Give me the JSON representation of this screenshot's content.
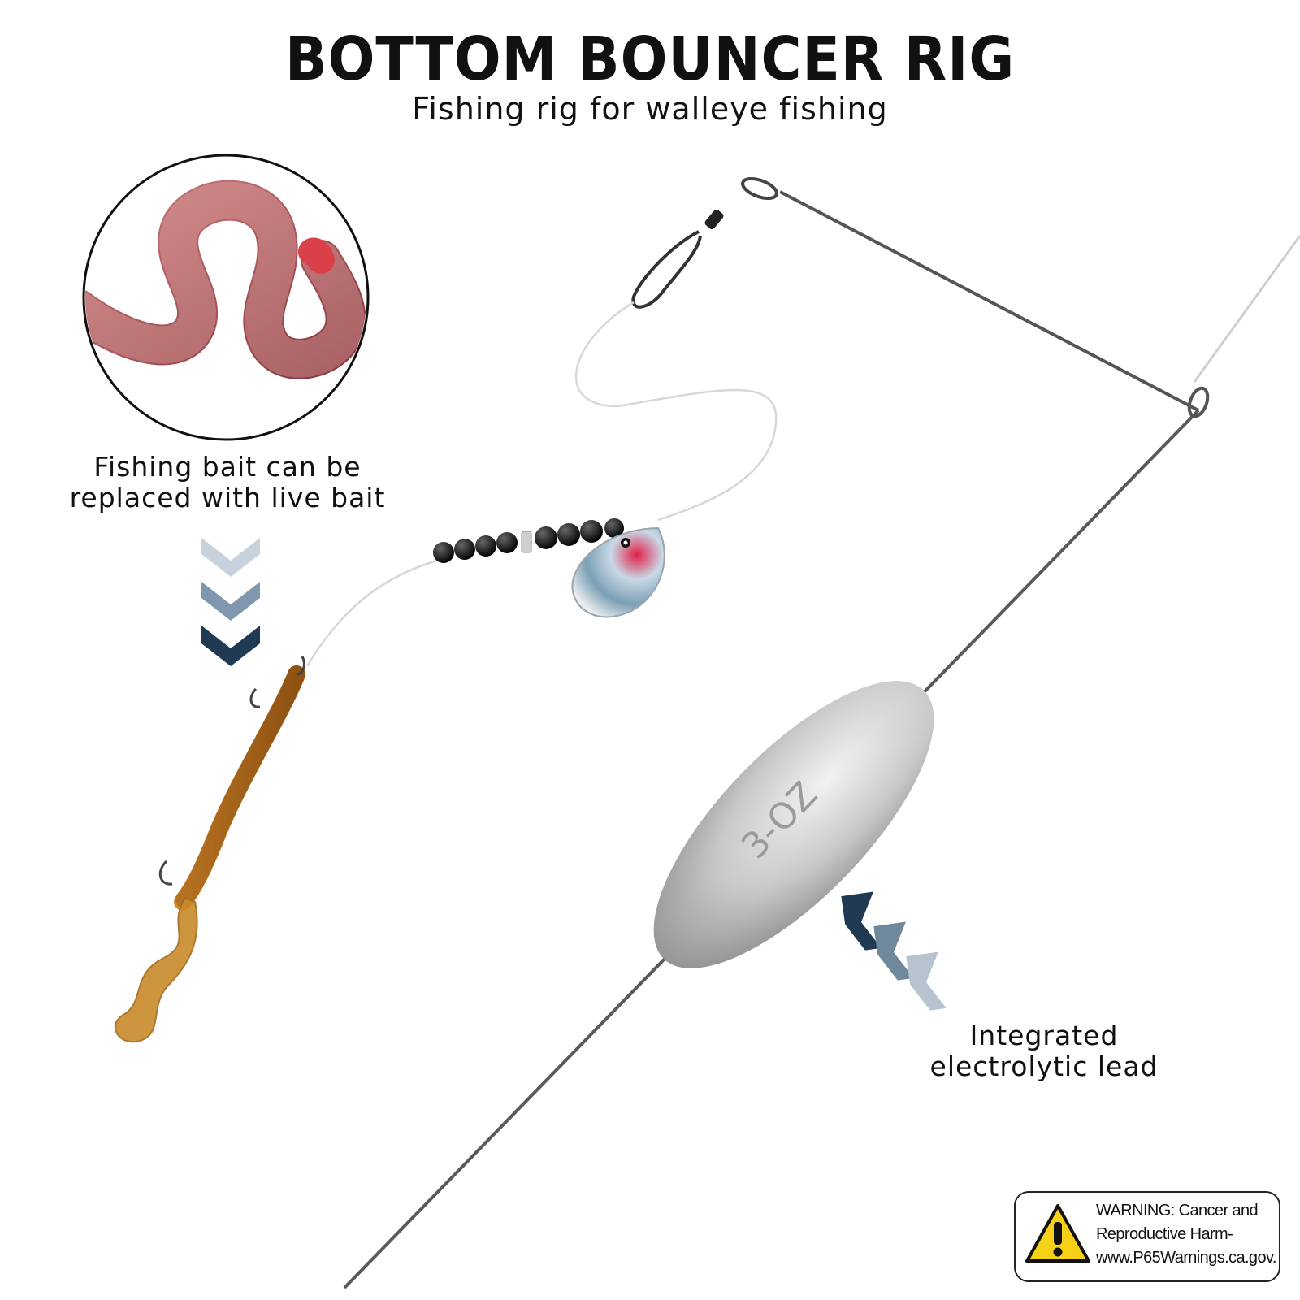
{
  "header": {
    "title": "BOTTOM BOUNCER RIG",
    "subtitle": "Fishing rig for walleye fishing"
  },
  "bait_caption": {
    "line1": "Fishing bait can be",
    "line2": "replaced with live bait"
  },
  "lead_caption": {
    "line1": "Integrated",
    "line2": "electrolytic lead"
  },
  "sinker": {
    "weight_label": "3-OZ"
  },
  "warning": {
    "line1": "WARNING: Cancer and",
    "line2": "Reproductive Harm-",
    "line3": "www.P65Warnings.ca.gov."
  },
  "colors": {
    "arrow_dark": "#1f3a52",
    "arrow_light": "#b7c4cf",
    "warning_yellow": "#f7d117",
    "worm_red": "#a8454a",
    "soft_bait_orange": "#b9731f"
  }
}
